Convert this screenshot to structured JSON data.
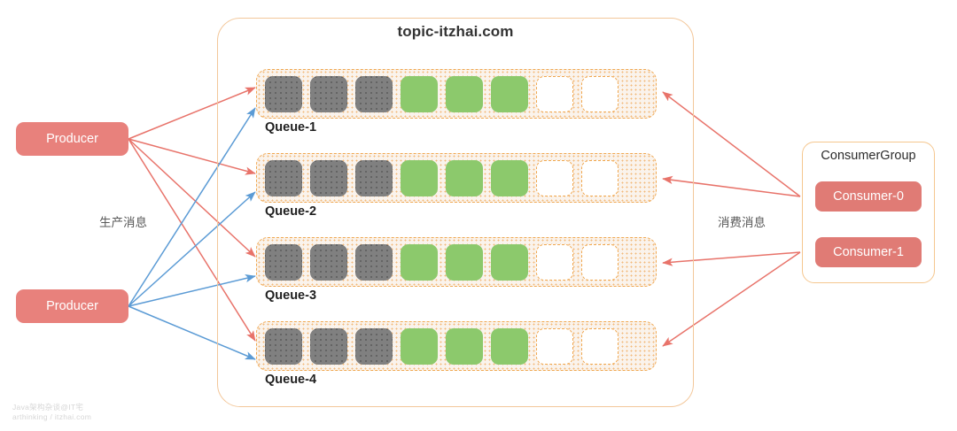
{
  "topic": {
    "title": "topic-itzhai.com",
    "border_color": "#f3c79a"
  },
  "legend": {
    "produce_label": "生产消息",
    "consume_label": "消费消息"
  },
  "colors": {
    "producer_fill": "#e8817c",
    "consumer_fill": "#e07b75",
    "consumed_cell": "#808080",
    "pending_cell": "#8cc96c",
    "empty_cell": "#ffffff",
    "queue_border": "#f0a74f",
    "produce_arrow_red": "#e8736a",
    "produce_arrow_blue": "#5b9bd5",
    "consume_arrow": "#e8736a"
  },
  "queues": [
    {
      "label": "Queue-1",
      "cells": [
        "consumed",
        "consumed",
        "consumed",
        "pending",
        "pending",
        "pending",
        "empty",
        "empty"
      ]
    },
    {
      "label": "Queue-2",
      "cells": [
        "consumed",
        "consumed",
        "consumed",
        "pending",
        "pending",
        "pending",
        "empty",
        "empty"
      ]
    },
    {
      "label": "Queue-3",
      "cells": [
        "consumed",
        "consumed",
        "consumed",
        "pending",
        "pending",
        "pending",
        "empty",
        "empty"
      ]
    },
    {
      "label": "Queue-4",
      "cells": [
        "consumed",
        "consumed",
        "consumed",
        "pending",
        "pending",
        "pending",
        "empty",
        "empty"
      ]
    }
  ],
  "producers": [
    {
      "label": "Producer"
    },
    {
      "label": "Producer"
    }
  ],
  "consumer_group": {
    "title": "ConsumerGroup",
    "consumers": [
      {
        "label": "Consumer-0"
      },
      {
        "label": "Consumer-1"
      }
    ]
  },
  "watermark": {
    "line1": "Java架构杂谈@IT宅",
    "line2": "arthinking / itzhai.com"
  }
}
